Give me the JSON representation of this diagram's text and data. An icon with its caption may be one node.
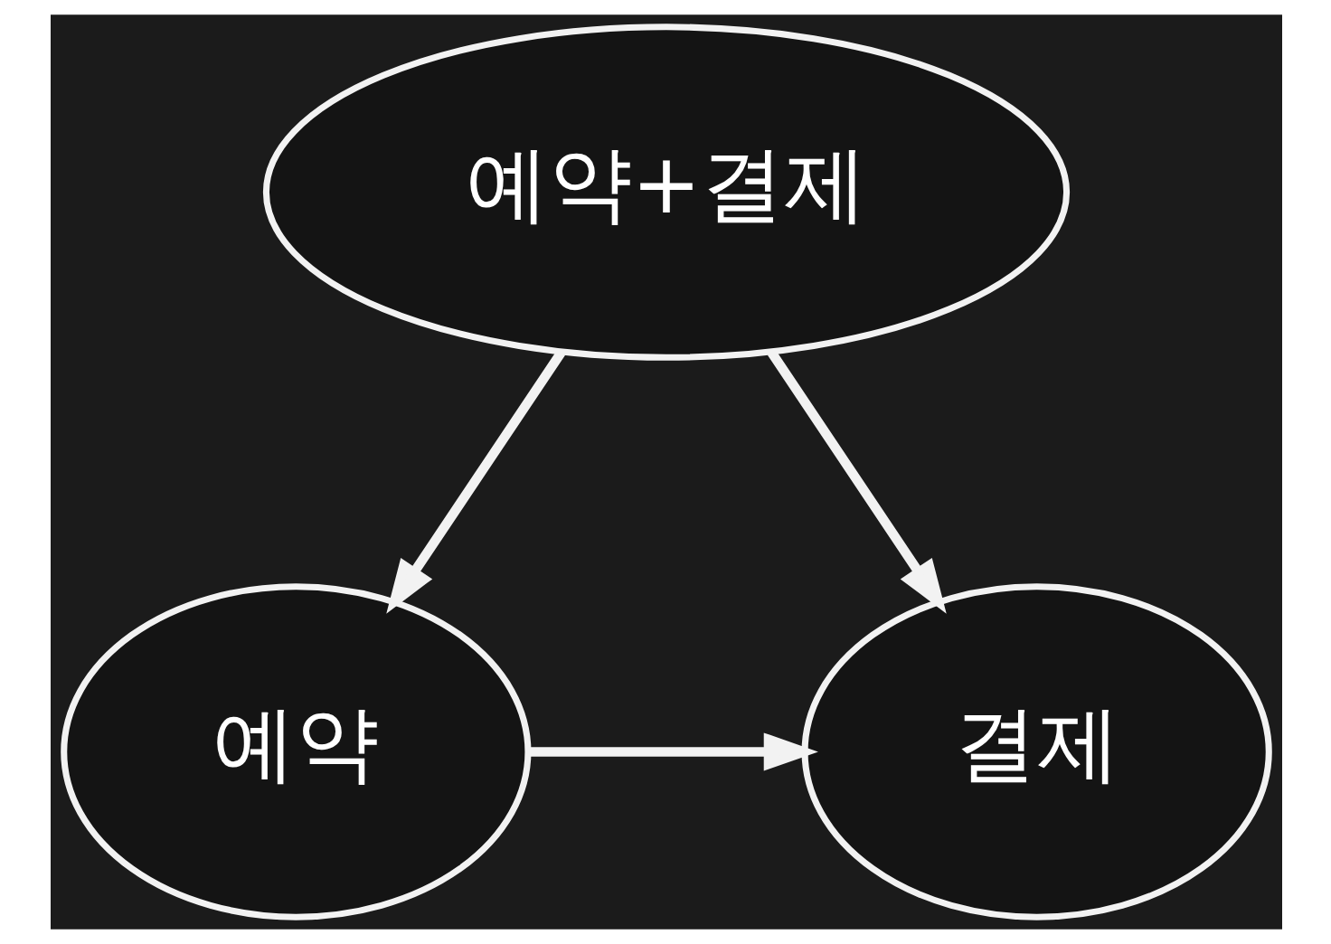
{
  "diagram": {
    "nodes": [
      {
        "text": [
          "예약+결제"
        ]
      },
      {
        "text": [
          "예약"
        ]
      },
      {
        "text": [
          "결제"
        ]
      }
    ],
    "edges": [
      {
        "from": 0,
        "to": 1,
        "arrow": "to"
      },
      {
        "from": 0,
        "to": 2,
        "arrow": "to"
      },
      {
        "from": 1,
        "to": 2,
        "arrow": "to"
      }
    ]
  }
}
